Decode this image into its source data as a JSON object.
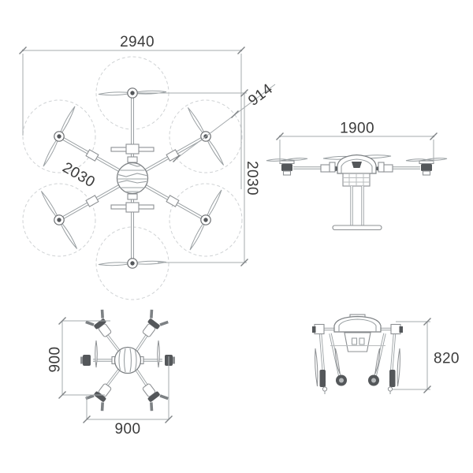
{
  "views": {
    "top": {
      "dims": {
        "width": "2940",
        "prop_diameter": "914",
        "height": "2030",
        "diagonal_wheelbase": "2030"
      }
    },
    "front": {
      "dims": {
        "width": "1900"
      }
    },
    "folded_top": {
      "dims": {
        "height": "900",
        "width": "900"
      }
    },
    "folded_front": {
      "dims": {
        "height": "820"
      }
    }
  },
  "colors": {
    "background": "#ffffff",
    "drawing_line": "#9aa0a3",
    "prop_disc_dashed": "#cfd2d4",
    "dark_accent": "#54575a",
    "dimension_line": "#a6abae",
    "dimension_text": "#3b3b3b"
  }
}
